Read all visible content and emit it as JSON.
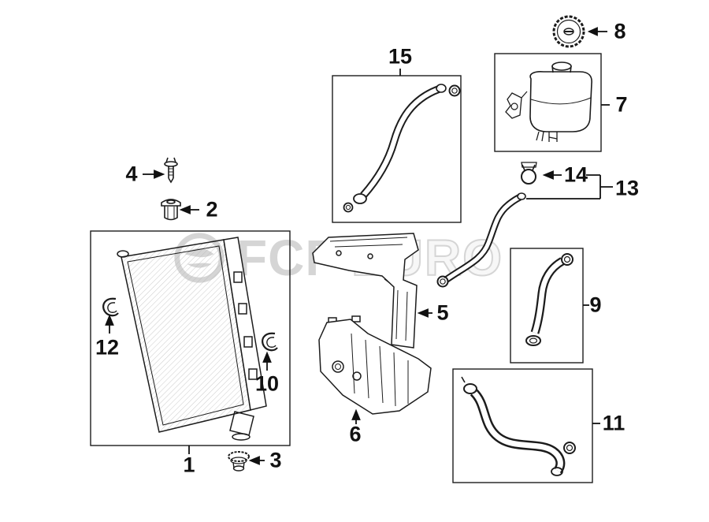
{
  "watermark": {
    "brand_left": "FCP",
    "registered": "®",
    "brand_right": "EURO"
  },
  "parts": [
    {
      "label": "1",
      "drawing": "radiator-assembly"
    },
    {
      "label": "2",
      "drawing": "mount-grommet"
    },
    {
      "label": "3",
      "drawing": "mount-bushing"
    },
    {
      "label": "4",
      "drawing": "mount-pin"
    },
    {
      "label": "5",
      "drawing": "upper-air-baffle"
    },
    {
      "label": "6",
      "drawing": "lower-air-baffle"
    },
    {
      "label": "7",
      "drawing": "coolant-expansion-tank"
    },
    {
      "label": "8",
      "drawing": "expansion-tank-cap"
    },
    {
      "label": "9",
      "drawing": "coolant-hose"
    },
    {
      "label": "10",
      "drawing": "retaining-clip"
    },
    {
      "label": "11",
      "drawing": "coolant-hose"
    },
    {
      "label": "12",
      "drawing": "retaining-clip"
    },
    {
      "label": "13",
      "drawing": "coolant-hose"
    },
    {
      "label": "14",
      "drawing": "hose-clamp"
    },
    {
      "label": "15",
      "drawing": "coolant-hose"
    }
  ]
}
